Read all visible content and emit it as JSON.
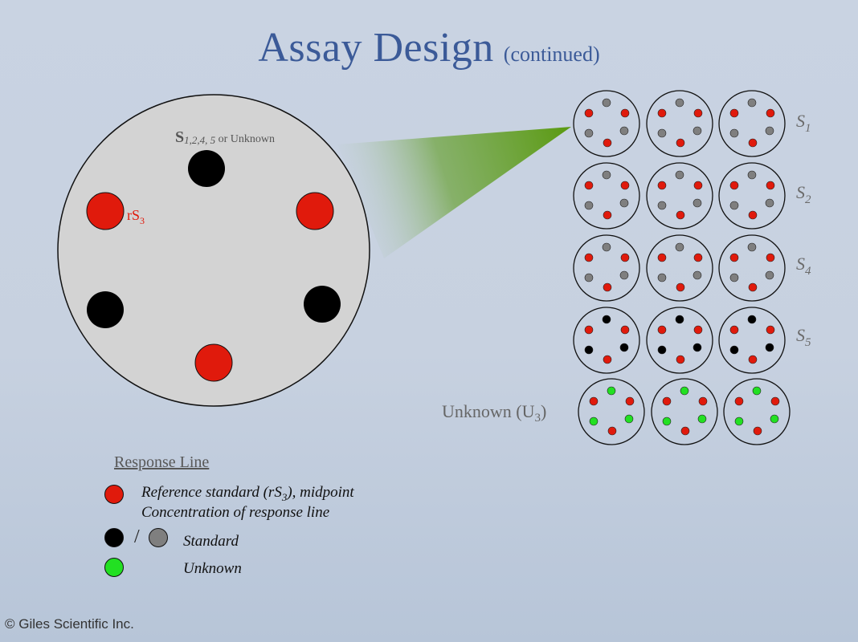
{
  "title": {
    "main": "Assay Design",
    "sub": "(continued)"
  },
  "zoom_label": {
    "s_letter": "S",
    "subscript": "1,2,4, 5",
    "tail": " or Unknown"
  },
  "ref_label": {
    "text": "rS",
    "sub": "3"
  },
  "row_labels": [
    {
      "letter": "S",
      "sub": "1"
    },
    {
      "letter": "S",
      "sub": "2"
    },
    {
      "letter": "S",
      "sub": "4"
    },
    {
      "letter": "S",
      "sub": "5"
    }
  ],
  "unknown_label": {
    "text": "Unknown (U",
    "sub": "3",
    "tail": ")"
  },
  "legend": {
    "heading": "Response Line",
    "ref_line1": "Reference standard (rS",
    "ref_sub": "3",
    "ref_line1_tail": "), midpoint",
    "ref_line2": "Concentration of response line",
    "slash": "/",
    "standard": "Standard",
    "unknown": "Unknown"
  },
  "copyright": "© Giles Scientific Inc.",
  "colors": {
    "red": "#e01a0c",
    "black": "#000000",
    "gray": "#7f7f7f",
    "green": "#22e022",
    "title": "#3b5a98",
    "plate": "#d3d3d3",
    "beam": "#5a9a10"
  }
}
